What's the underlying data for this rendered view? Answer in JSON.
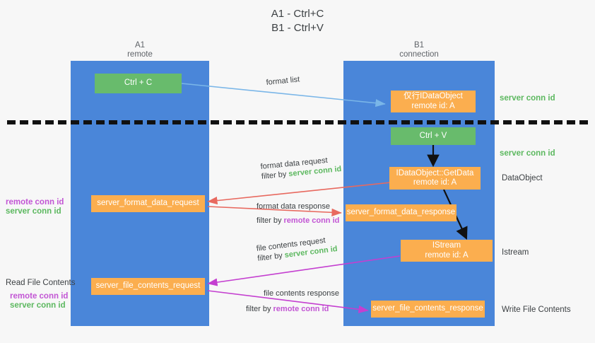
{
  "title": {
    "line1": "A1 - Ctrl+C",
    "line2": "B1 - Ctrl+V"
  },
  "lanes": [
    {
      "id": "a1",
      "name": "A1",
      "sub": "remote",
      "color": "#4a86d9"
    },
    {
      "id": "b1",
      "name": "B1",
      "sub": "connection",
      "color": "#4a86d9"
    }
  ],
  "colors": {
    "lane": "#4a86d9",
    "green_box": "#68bb6c",
    "orange_box": "#fbae4f",
    "server_conn": "#5cb85f",
    "remote_conn": "#c255d4",
    "arrow_blue": "#7ab6e8",
    "arrow_red": "#e8695f",
    "arrow_magenta": "#c43fd0",
    "arrow_black": "#111111",
    "background": "#f7f7f7"
  },
  "boxes": {
    "ctrl_c": {
      "line1": "Ctrl + C",
      "line2": ""
    },
    "idataobject": {
      "line1": "仅行IDataObject",
      "line2": "remote id: A"
    },
    "ctrl_v": {
      "line1": "Ctrl + V",
      "line2": ""
    },
    "getdata": {
      "line1": "IDataObject::GetData",
      "line2": "remote id: A"
    },
    "fmt_req": {
      "line1": "server_format_data_request",
      "line2": ""
    },
    "fmt_resp": {
      "line1": "server_format_data_response",
      "line2": ""
    },
    "istream": {
      "line1": "IStream",
      "line2": "remote id: A"
    },
    "file_req": {
      "line1": "server_file_contents_request",
      "line2": ""
    },
    "file_resp": {
      "line1": "server_file_contents_response",
      "line2": ""
    }
  },
  "captions": {
    "format_list": "format list",
    "fmt_req_l1": "format data request",
    "fmt_req_l2_prefix": "filter by ",
    "fmt_req_l2_key": "server conn id",
    "fmt_resp_l1": "format data response",
    "fmt_resp_l2_prefix": "filter by ",
    "fmt_resp_l2_key": "remote conn id",
    "file_req_l1": "file contents request",
    "file_req_l2_prefix": "filter by ",
    "file_req_l2_key": "server conn id",
    "file_resp_l1": "file contents response",
    "file_resp_l2_prefix": "filter by ",
    "file_resp_l2_key": "remote conn id"
  },
  "side_labels": {
    "right_server_conn_top": "server conn id",
    "right_server_conn_mid": "server conn id",
    "right_dataobject": "DataObject",
    "right_istream": "Istream",
    "right_write_file": "Write File Contents",
    "left_remote_conn_1": "remote conn id",
    "left_server_conn_1": "server conn id",
    "left_read_file": "Read File Contents",
    "left_remote_conn_2": "remote conn id",
    "left_server_conn_2": "server conn id"
  }
}
